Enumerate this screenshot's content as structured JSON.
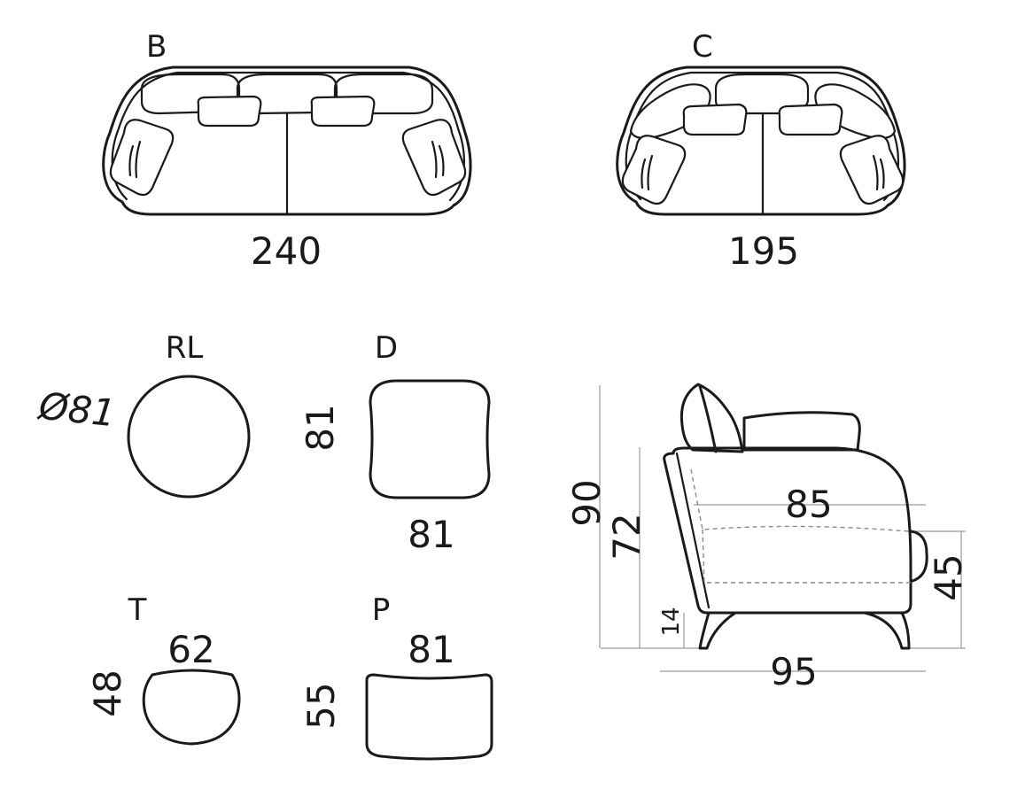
{
  "modules": [
    {
      "id": "B",
      "label": "B",
      "width": "240"
    },
    {
      "id": "C",
      "label": "C",
      "width": "195"
    },
    {
      "id": "RL",
      "label": "RL",
      "diameter": "Ø81"
    },
    {
      "id": "D",
      "label": "D",
      "width": "81",
      "depth": "81"
    },
    {
      "id": "T",
      "label": "T",
      "width": "62",
      "depth": "48"
    },
    {
      "id": "P",
      "label": "P",
      "width": "81",
      "depth": "55"
    }
  ],
  "side_view": {
    "total_height": "90",
    "back_height": "72",
    "seat_depth": "85",
    "seat_height": "45",
    "leg_height": "14",
    "total_depth": "95"
  },
  "colors": {
    "line": "#1a1a1a",
    "guide": "#9a9a9a"
  }
}
